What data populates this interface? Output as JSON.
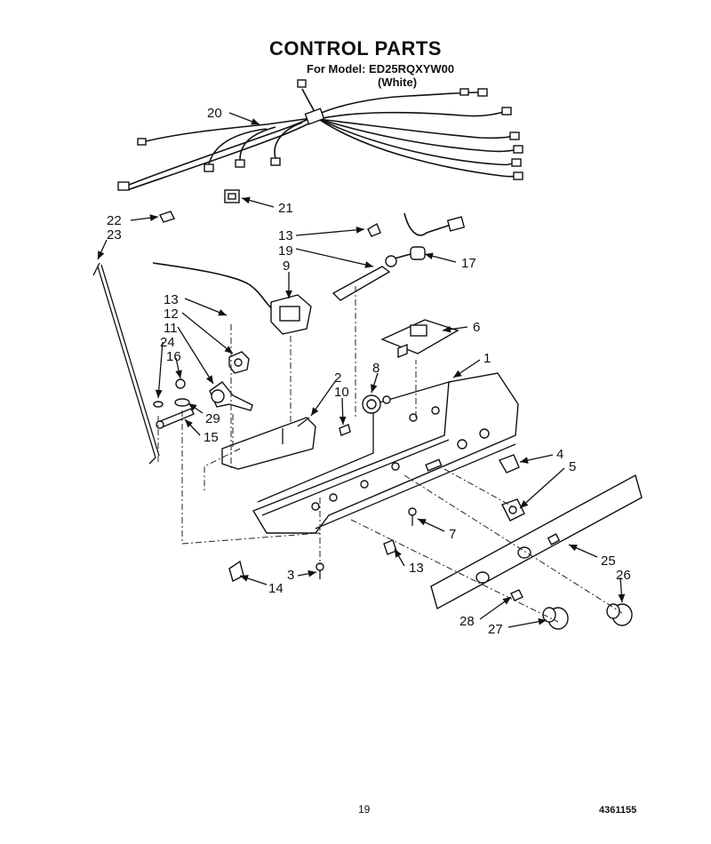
{
  "header": {
    "title": "CONTROL PARTS",
    "model_line": "For Model: ED25RQXYW00",
    "color_line": "(White)"
  },
  "footer": {
    "page_number": "19",
    "doc_number": "4361155"
  },
  "callouts": {
    "c1": "1",
    "c2": "2",
    "c3": "3",
    "c4": "4",
    "c5": "5",
    "c6": "6",
    "c7": "7",
    "c8": "8",
    "c9": "9",
    "c10": "10",
    "c11": "11",
    "c12": "12",
    "c13a": "13",
    "c13b": "13",
    "c13c": "13",
    "c14": "14",
    "c15": "15",
    "c16": "16",
    "c17": "17",
    "c19": "19",
    "c20": "20",
    "c21": "21",
    "c22": "22",
    "c23": "23",
    "c24": "24",
    "c25": "25",
    "c26": "26",
    "c27": "27",
    "c28": "28",
    "c29": "29"
  }
}
